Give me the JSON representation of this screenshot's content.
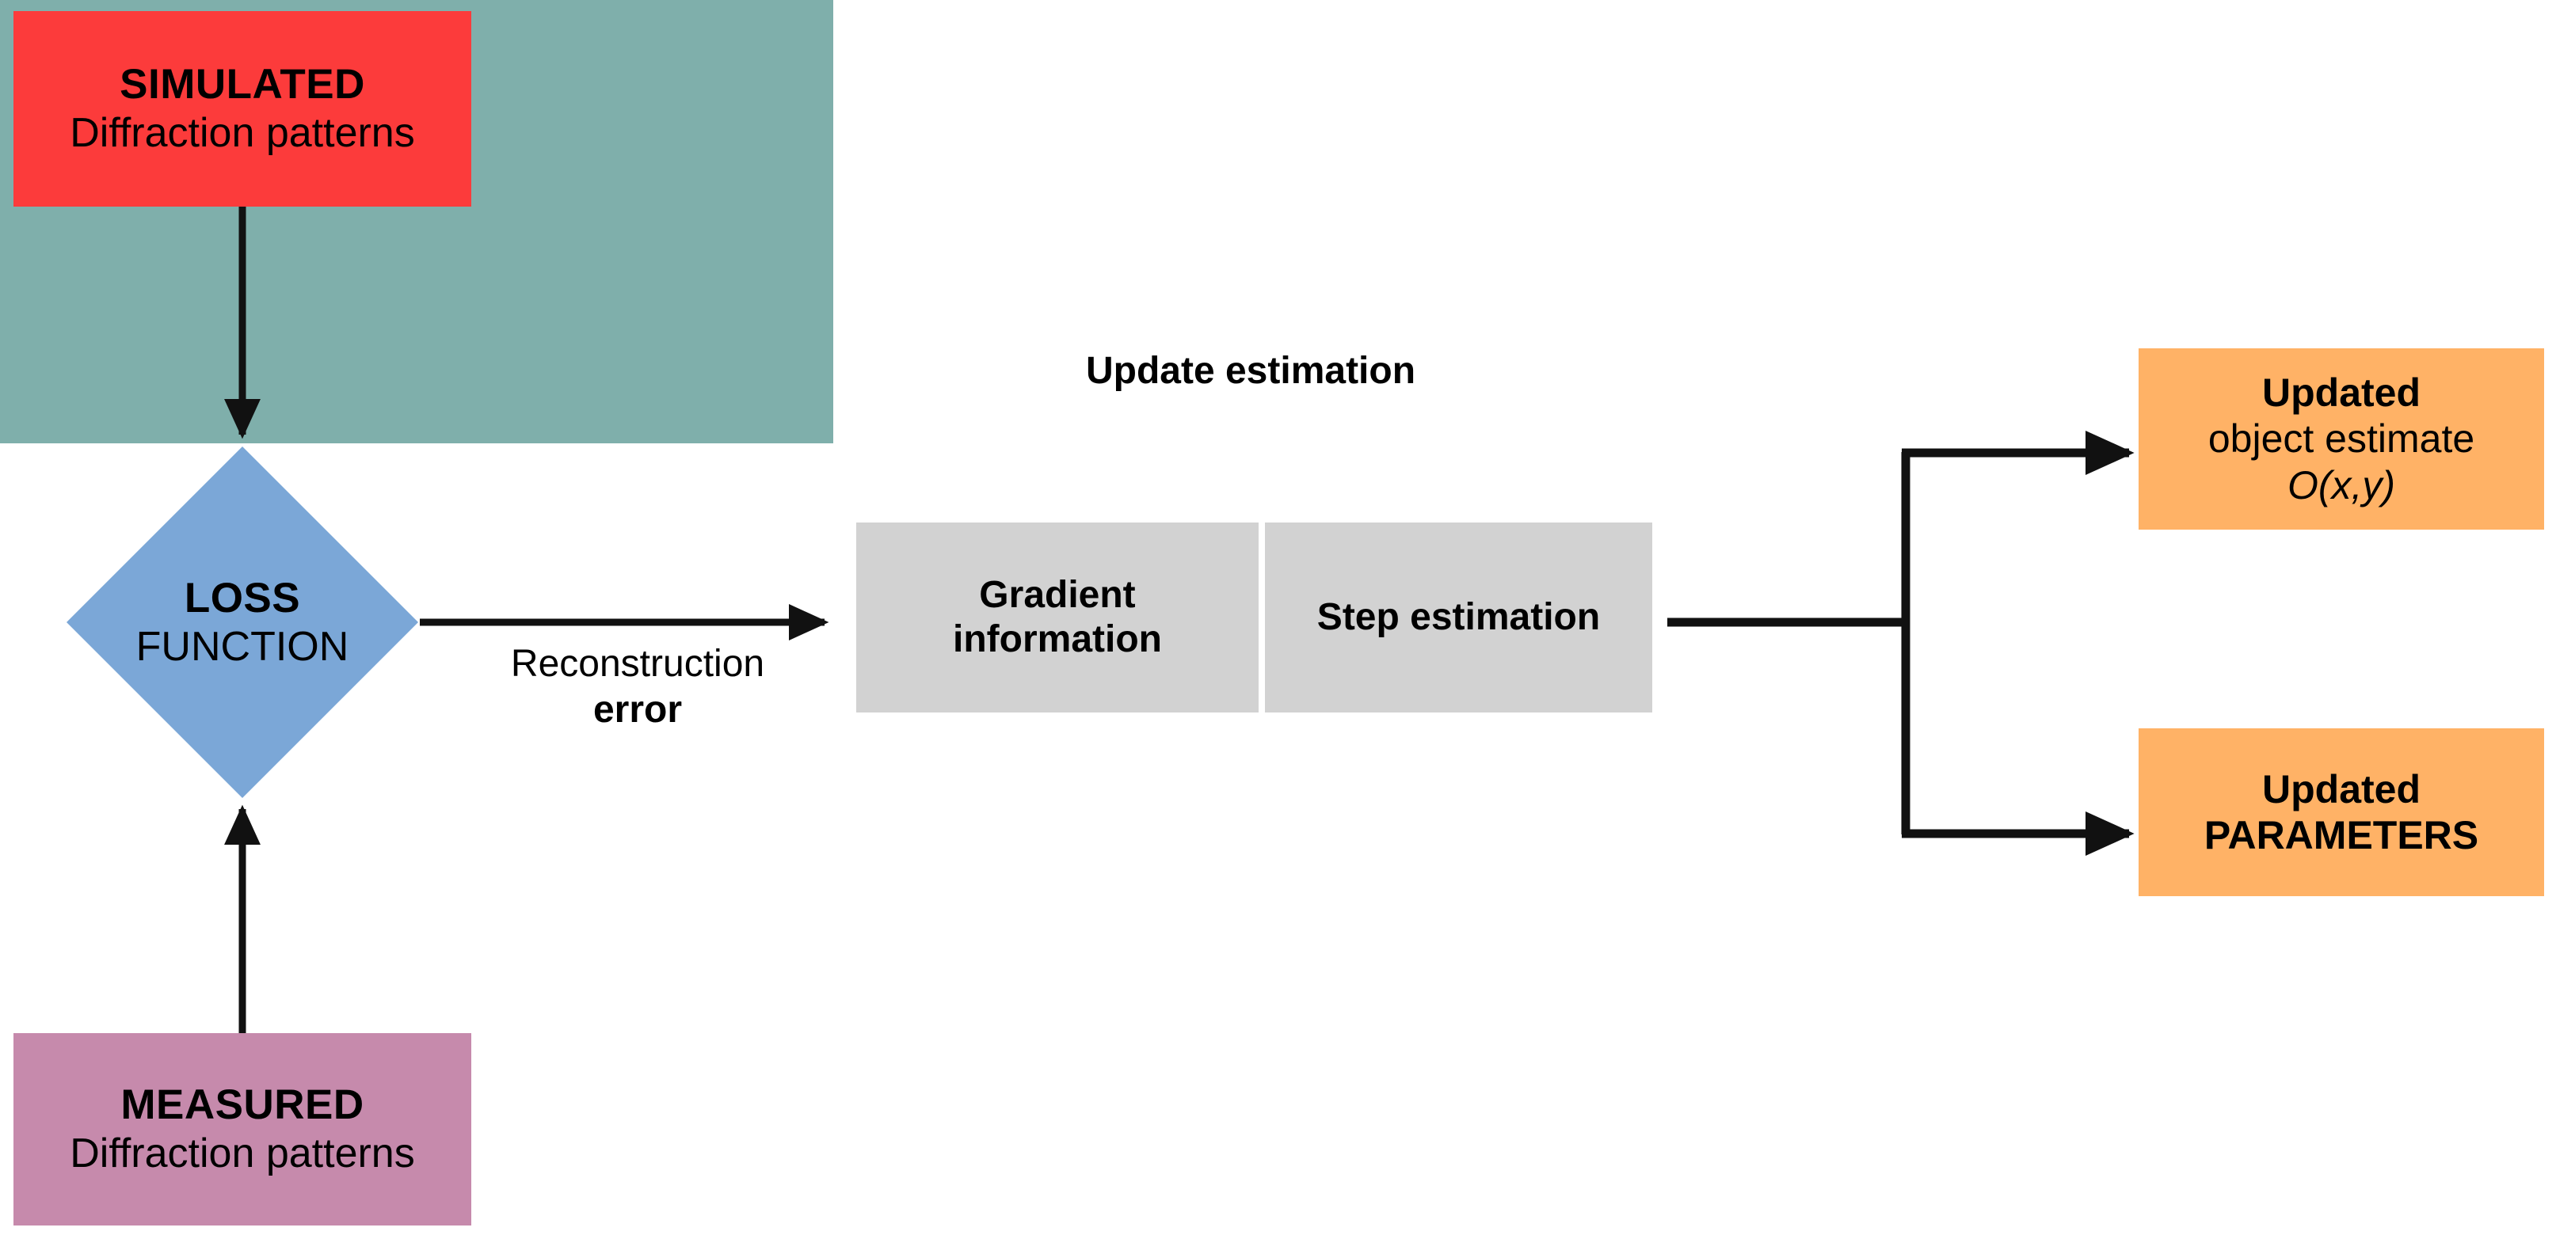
{
  "diagram": {
    "title": "Ptychography iterative reconstruction loop",
    "background": "#ffffff",
    "colors": {
      "simulated": "#FC3B3B",
      "measured": "#C68AAC",
      "loss": "#7BA7D7",
      "update": "#7FAFAB",
      "inner": "#D2D2D2",
      "output": "#FFB266",
      "arrow": "#111111",
      "text": "#000000"
    }
  },
  "nodes": {
    "simulated": {
      "title": "SIMULATED",
      "subtitle": "Diffraction patterns"
    },
    "measured": {
      "title": "MEASURED",
      "subtitle": "Diffraction patterns"
    },
    "loss": {
      "title": "LOSS",
      "subtitle": "FUNCTION"
    },
    "update": {
      "caption": "Update estimation",
      "gradient": {
        "line1": "Gradient",
        "line2": "information"
      },
      "step": {
        "line1": "Step estimation"
      }
    },
    "updated_object": {
      "line1": "Updated",
      "line2": "object estimate",
      "line3": "O(x,y)"
    },
    "updated_parameters": {
      "line1": "Updated",
      "line2": "PARAMETERS"
    }
  },
  "edges": {
    "simulated_to_loss": {
      "label": "",
      "from": "simulated",
      "to": "loss"
    },
    "measured_to_loss": {
      "label": "",
      "from": "measured",
      "to": "loss"
    },
    "loss_to_update": {
      "label_line1": "Reconstruction",
      "label_line2": "error",
      "from": "loss",
      "to": "update"
    },
    "update_to_object": {
      "label": "",
      "from": "update",
      "to": "updated_object"
    },
    "update_to_parameters": {
      "label": "",
      "from": "update",
      "to": "updated_parameters"
    }
  }
}
